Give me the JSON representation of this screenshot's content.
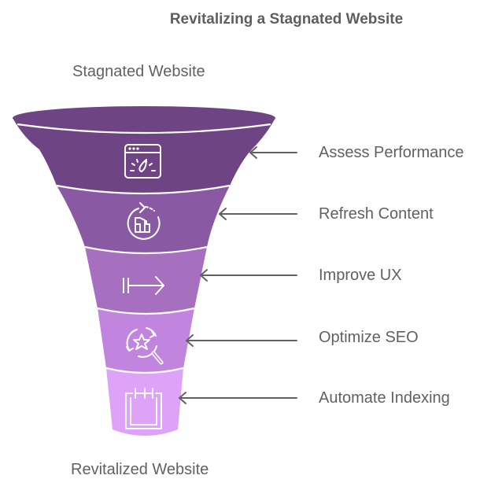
{
  "title": "Revitalizing a Stagnated Website",
  "top_label": "Stagnated Website",
  "bottom_label": "Revitalized Website",
  "colors": {
    "text": "#616161",
    "arrow": "#616161",
    "separator": "#ffffff"
  },
  "steps": [
    {
      "label": "Assess Performance",
      "icon": "browser-speedometer-icon",
      "color": "#6e4484"
    },
    {
      "label": "Refresh Content",
      "icon": "refresh-content-icon",
      "color": "#8a59a3"
    },
    {
      "label": "Improve UX",
      "icon": "bar-arrow-right-icon",
      "color": "#a66fc0"
    },
    {
      "label": "Optimize SEO",
      "icon": "search-star-icon",
      "color": "#c185df"
    },
    {
      "label": "Automate Indexing",
      "icon": "calendar-icon",
      "color": "#dea2f8"
    }
  ]
}
